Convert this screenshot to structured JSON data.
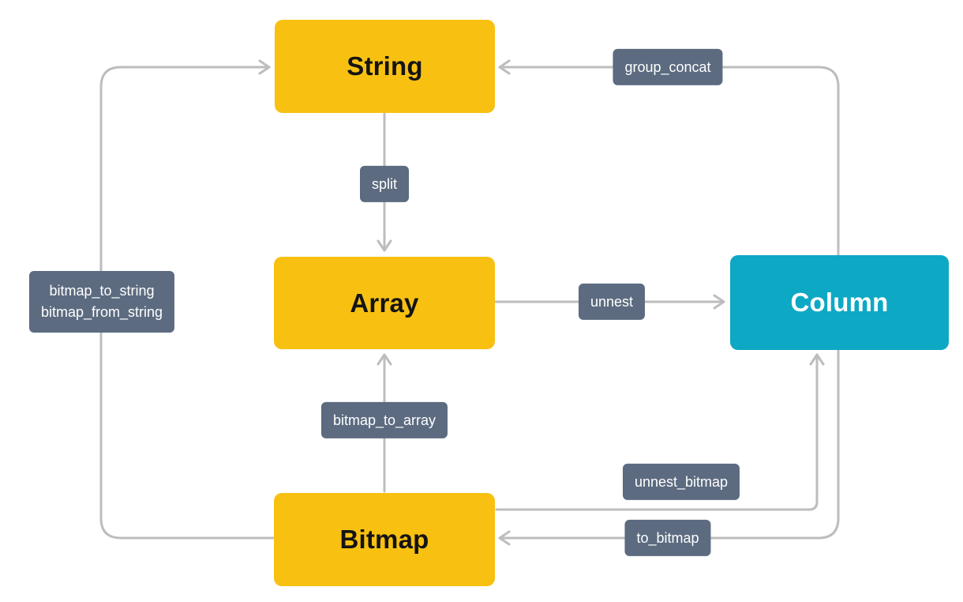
{
  "colors": {
    "node_yellow": "#F8C112",
    "node_teal": "#0DA8C4",
    "badge_slate": "#5C6B80",
    "edge_gray": "#BDBDBD",
    "node_text_dark": "#141414",
    "node_text_light": "#FFFFFF",
    "background": "#FFFFFF"
  },
  "nodes": [
    {
      "id": "string",
      "label": "String"
    },
    {
      "id": "array",
      "label": "Array"
    },
    {
      "id": "bitmap",
      "label": "Bitmap"
    },
    {
      "id": "column",
      "label": "Column"
    }
  ],
  "edges": [
    {
      "id": "split",
      "from": "String",
      "to": "Array",
      "label": "split"
    },
    {
      "id": "unnest",
      "from": "Array",
      "to": "Column",
      "label": "unnest"
    },
    {
      "id": "group_concat",
      "from": "Column",
      "to": "String",
      "label": "group_concat"
    },
    {
      "id": "bitmap_to_array",
      "from": "Bitmap",
      "to": "Array",
      "label": "bitmap_to_array"
    },
    {
      "id": "bitmap_string",
      "from": "Bitmap",
      "to": "String",
      "label_lines": [
        "bitmap_to_string",
        "bitmap_from_string"
      ]
    },
    {
      "id": "unnest_bitmap",
      "from": "Bitmap",
      "to": "Column",
      "label": "unnest_bitmap"
    },
    {
      "id": "to_bitmap",
      "from": "Column",
      "to": "Bitmap",
      "label": "to_bitmap"
    }
  ]
}
